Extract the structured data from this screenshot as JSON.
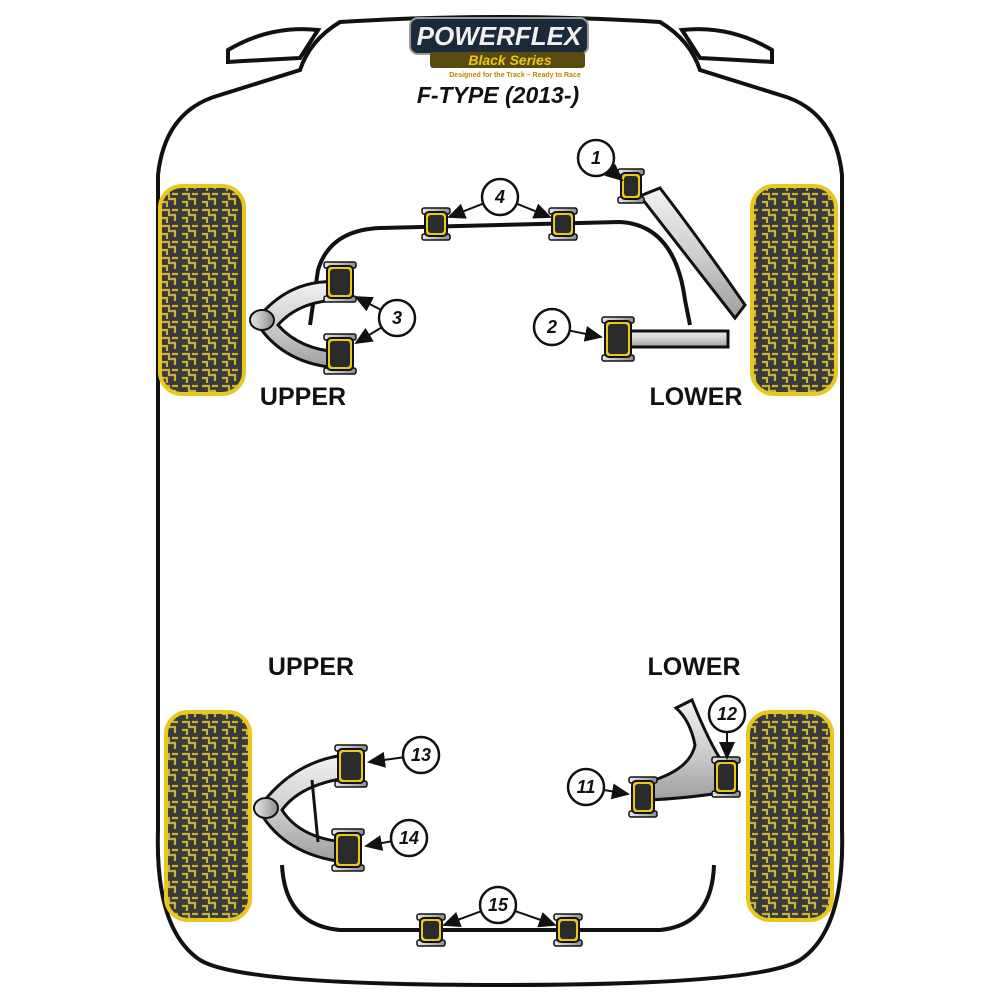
{
  "brand": {
    "name": "POWERFLEX",
    "series": "Black Series",
    "tagline": "Designed for the Track – Ready to Race"
  },
  "title": "F-TYPE (2013-)",
  "section_labels": {
    "front_upper": "UPPER",
    "front_lower": "LOWER",
    "rear_upper": "UPPER",
    "rear_lower": "LOWER"
  },
  "callouts": [
    "1",
    "2",
    "3",
    "4",
    "11",
    "12",
    "13",
    "14",
    "15"
  ],
  "colors": {
    "bush_yellow": "#e8c81e",
    "outline": "#111111",
    "arm_grey": "#cfcfcf",
    "tyre_tread": "#3a3a3a"
  }
}
